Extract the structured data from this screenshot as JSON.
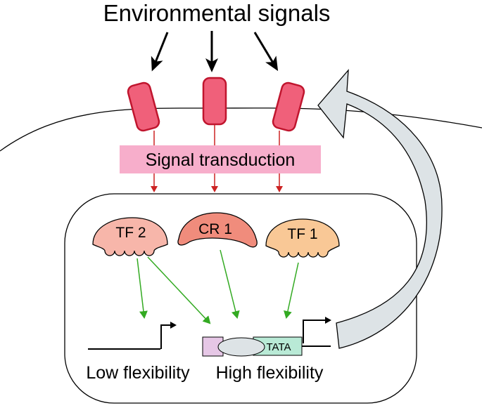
{
  "title": "Environmental signals",
  "signal_transduction": "Signal transduction",
  "factors": {
    "tf2": "TF 2",
    "cr1": "CR 1",
    "tf1": "TF 1"
  },
  "promoter": {
    "tata": "TATA",
    "low_label": "Low flexibility",
    "high_label": "High flexibility"
  },
  "colors": {
    "receptor": "#f0607a",
    "receptor_stroke": "#c0152e",
    "transduction_box": "#f7aecb",
    "tf2": "#f7b6aa",
    "cr1": "#f08c7c",
    "tf1": "#f9c896",
    "green_arrow": "#33aa22",
    "red_arrow": "#cc2222",
    "tata_box": "#b9ead6",
    "pink_box": "#e6c7e6",
    "feedback_arrow": "#dde3e6"
  }
}
